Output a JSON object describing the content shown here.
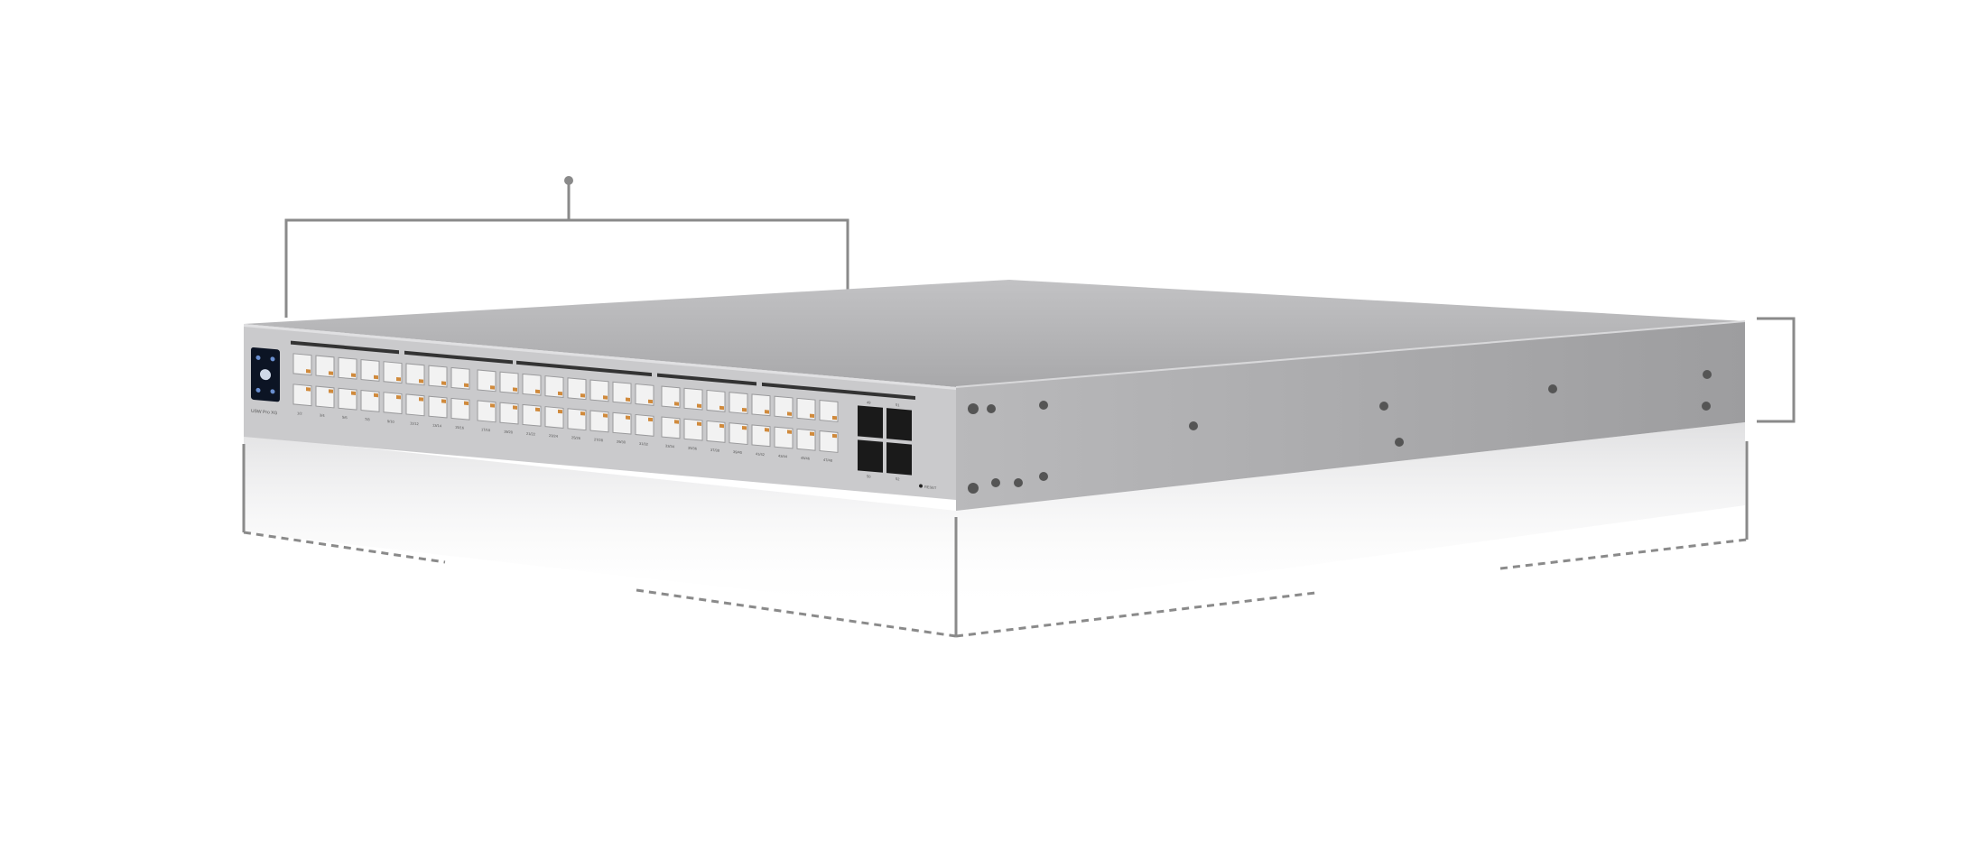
{
  "product": {
    "model_label": "USW Pro XG",
    "reset_label": "RESET",
    "port_labels": [
      "1/2",
      "3/4",
      "5/6",
      "7/8",
      "9/10",
      "11/12",
      "13/14",
      "15/16",
      "17/18",
      "19/20",
      "21/22",
      "23/24",
      "25/26",
      "27/28",
      "29/30",
      "31/32",
      "33/34",
      "35/36",
      "37/38",
      "39/40",
      "41/42",
      "43/44",
      "45/46",
      "47/48"
    ],
    "sfp_labels_top": [
      "49",
      "51"
    ],
    "sfp_labels_bottom": [
      "50",
      "52"
    ]
  },
  "colors": {
    "chassis_front": "#c9c9cb",
    "chassis_top": "#b4b4b6",
    "chassis_side": "#a9a9ab",
    "dimension_line": "#8a8a8a",
    "port_accent": "#d08a3c",
    "display": "#0c1424"
  }
}
